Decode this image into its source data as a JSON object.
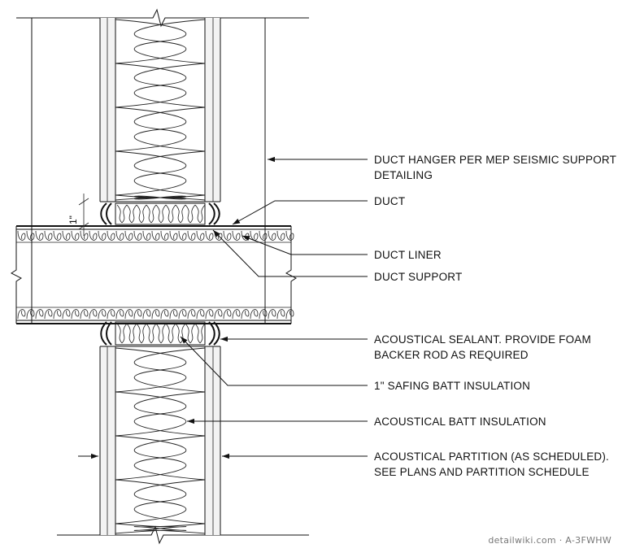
{
  "labels": {
    "duct_hanger_1": "DUCT HANGER PER MEP SEISMIC SUPPORT",
    "duct_hanger_2": "DETAILING",
    "duct": "DUCT",
    "duct_liner": "DUCT LINER",
    "duct_support": "DUCT SUPPORT",
    "sealant_1": "ACOUSTICAL SEALANT. PROVIDE FOAM",
    "sealant_2": "BACKER ROD AS REQUIRED",
    "safing": "1\" SAFING BATT INSULATION",
    "batt": "ACOUSTICAL BATT INSULATION",
    "partition_1": "ACOUSTICAL PARTITION (AS SCHEDULED).",
    "partition_2": "SEE PLANS AND PARTITION SCHEDULE"
  },
  "dimension": "1\"",
  "watermark": "detailwiki.com · A-3FWHW"
}
